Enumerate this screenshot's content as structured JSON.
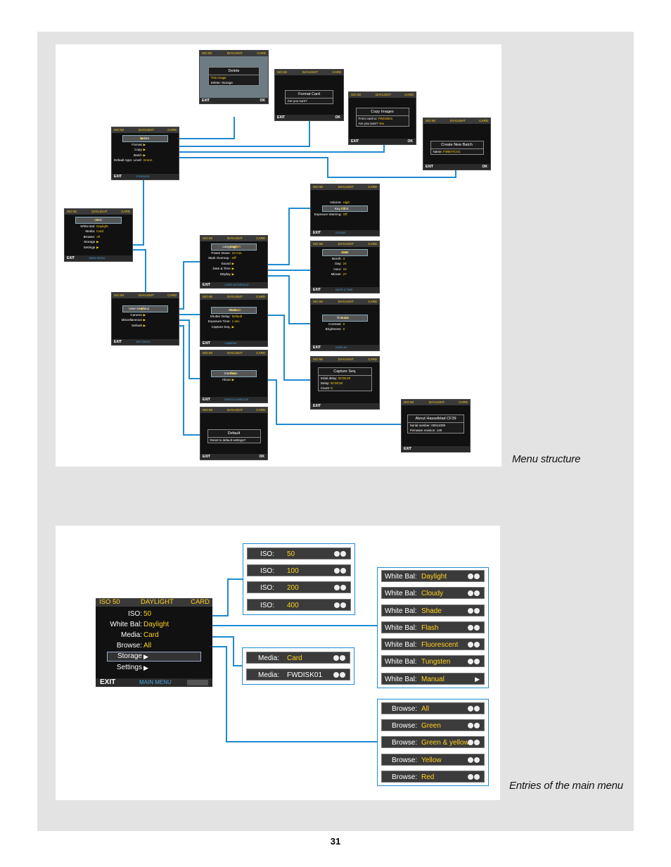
{
  "captions": {
    "menu_structure": "Menu structure",
    "entries": "Entries of the main menu"
  },
  "page_number": "31",
  "icons": {
    "plus_minus": "plus-minus-icon",
    "arrow": "right-arrow-icon"
  },
  "colors": {
    "connector": "#1f8ad0",
    "value": "#ffd21f",
    "accent": "#4aa3e0"
  },
  "screens": {
    "delete": {
      "iso": "ISO 50",
      "light": "DAYLIGHT",
      "card": "CARD",
      "title": "Delete",
      "l1": "This image",
      "l2": "Delete: Storage",
      "exit": "EXIT",
      "ok": "OK"
    },
    "format": {
      "iso": "ISO 50",
      "light": "DAYLIGHT",
      "card": "CARD",
      "title": "Format Card",
      "l1": "Are you sure?",
      "exit": "EXIT",
      "ok": "OK"
    },
    "copy": {
      "iso": "ISO 50",
      "light": "DAYLIGHT",
      "card": "CARD",
      "title": "Copy Images",
      "l1k": "From card to:",
      "l1v": "FWDisk01",
      "l2k": "Are you sure?",
      "l2v": "Yes",
      "exit": "EXIT",
      "ok": "OK"
    },
    "batch": {
      "iso": "ISO 50",
      "light": "DAYLIGHT",
      "card": "CARD",
      "title": "Create New Batch",
      "l1k": "Name:",
      "l1v": "FWBATCH1",
      "exit": "EXIT",
      "ok": "OK"
    },
    "storage": {
      "iso": "ISO 50",
      "light": "DAYLIGHT",
      "card": "CARD",
      "rows": [
        {
          "k": "Delete",
          "v": "▶"
        },
        {
          "k": "Format",
          "v": "▶"
        },
        {
          "k": "Copy",
          "v": "▶"
        },
        {
          "k": "Batch",
          "v": "▶"
        },
        {
          "k": "Default Appr. Level:",
          "v": "Green"
        }
      ],
      "exit": "EXIT",
      "menu": "STORAGE"
    },
    "main_small": {
      "iso": "ISO 50",
      "light": "DAYLIGHT",
      "card": "CARD",
      "rows": [
        {
          "k": "ISO:",
          "v": "50"
        },
        {
          "k": "White Bal:",
          "v": "Daylight"
        },
        {
          "k": "Media:",
          "v": "Card"
        },
        {
          "k": "Browse:",
          "v": "All"
        },
        {
          "k": "Storage",
          "v": "▶"
        },
        {
          "k": "Settings",
          "v": "▶"
        }
      ],
      "exit": "EXIT",
      "menu": "MAIN MENU"
    },
    "sound": {
      "iso": "ISO 50",
      "light": "DAYLIGHT",
      "card": "CARD",
      "rows": [
        {
          "k": "Volume:",
          "v": "High"
        },
        {
          "k": "Key Click:",
          "v": "Off"
        },
        {
          "k": "Exposure Warning:",
          "v": "Off"
        }
      ],
      "exit": "EXIT",
      "menu": "SOUND"
    },
    "user_interface": {
      "iso": "ISO 50",
      "light": "DAYLIGHT",
      "card": "CARD",
      "rows": [
        {
          "k": "Language:",
          "v": "English"
        },
        {
          "k": "Power Down:",
          "v": "10 min."
        },
        {
          "k": "Mark Overexp.:",
          "v": "Off"
        },
        {
          "k": "Sound",
          "v": "▶"
        },
        {
          "k": "Date & Time",
          "v": "▶"
        },
        {
          "k": "Display",
          "v": "▶"
        }
      ],
      "exit": "EXIT",
      "menu": "USER INTERFACE"
    },
    "date_time": {
      "iso": "ISO 50",
      "light": "DAYLIGHT",
      "card": "CARD",
      "rows": [
        {
          "k": "Year:",
          "v": "2005"
        },
        {
          "k": "Month:",
          "v": "3"
        },
        {
          "k": "Day:",
          "v": "24"
        },
        {
          "k": "Hour:",
          "v": "10"
        },
        {
          "k": "Minute:",
          "v": "27"
        }
      ],
      "exit": "EXIT",
      "menu": "DATE & TIME"
    },
    "settings": {
      "iso": "ISO 50",
      "light": "DAYLIGHT",
      "card": "CARD",
      "rows": [
        {
          "k": "User Interface",
          "v": "▶"
        },
        {
          "k": "Camera",
          "v": "▶"
        },
        {
          "k": "Miscellaneous",
          "v": "▶"
        },
        {
          "k": "Default",
          "v": "▶"
        }
      ],
      "exit": "EXIT",
      "menu": "SETTINGS"
    },
    "camera": {
      "iso": "ISO 50",
      "light": "DAYLIGHT",
      "card": "CARD",
      "rows": [
        {
          "k": "Mode:",
          "v": "Prelude"
        },
        {
          "k": "Shutter Delay:",
          "v": "Default"
        },
        {
          "k": "Exposure Time:",
          "v": "1 sec."
        },
        {
          "k": "Capture Seq.",
          "v": "▶"
        }
      ],
      "exit": "EXIT",
      "menu": "CAMERA"
    },
    "display": {
      "iso": "ISO 50",
      "light": "DAYLIGHT",
      "card": "CARD",
      "rows": [
        {
          "k": "Timeout:",
          "v": "2 sec."
        },
        {
          "k": "Contrast:",
          "v": "5"
        },
        {
          "k": "Brightness:",
          "v": "5"
        }
      ],
      "exit": "EXIT",
      "menu": "DISPLAY"
    },
    "misc": {
      "iso": "ISO 50",
      "light": "DAYLIGHT",
      "card": "CARD",
      "rows": [
        {
          "k": "Interface:",
          "v": "Disk"
        },
        {
          "k": "About",
          "v": "▶"
        }
      ],
      "exit": "EXIT",
      "menu": "MISCELLANEOUS"
    },
    "capture": {
      "iso": "ISO 50",
      "light": "DAYLIGHT",
      "card": "CARD",
      "title": "Capture Seq.",
      "l1k": "Initial delay:",
      "l1v": "00:05:20",
      "l2k": "Delay:",
      "l2v": "00:00:50",
      "l3k": "Count:",
      "l3v": "9",
      "exit": "EXIT"
    },
    "default": {
      "iso": "ISO 50",
      "light": "DAYLIGHT",
      "card": "CARD",
      "title": "Default",
      "l1": "Reset to default settings?",
      "exit": "EXIT",
      "ok": "OK"
    },
    "about": {
      "iso": "ISO 50",
      "light": "DAYLIGHT",
      "card": "CARD",
      "title": "About Hasselblad CF39",
      "l1": "Serial number: 00011009",
      "l2": "Firmware revision: 149",
      "exit": "EXIT"
    }
  },
  "main_menu": {
    "iso": "ISO 50",
    "light": "DAYLIGHT",
    "card": "CARD",
    "rows": [
      {
        "k": "ISO:",
        "v": "50"
      },
      {
        "k": "White Bal:",
        "v": "Daylight"
      },
      {
        "k": "Media:",
        "v": "Card"
      },
      {
        "k": "Browse:",
        "v": "All"
      },
      {
        "k": "Storage",
        "v": "▶"
      },
      {
        "k": "Settings",
        "v": "▶"
      }
    ],
    "exit": "EXIT",
    "menu": "MAIN MENU"
  },
  "iso_options": [
    {
      "k": "ISO:",
      "v": "50"
    },
    {
      "k": "ISO:",
      "v": "100"
    },
    {
      "k": "ISO:",
      "v": "200"
    },
    {
      "k": "ISO:",
      "v": "400"
    }
  ],
  "wb_options": [
    {
      "k": "White Bal:",
      "v": "Daylight"
    },
    {
      "k": "White Bal:",
      "v": "Cloudy"
    },
    {
      "k": "White Bal:",
      "v": "Shade"
    },
    {
      "k": "White Bal:",
      "v": "Flash"
    },
    {
      "k": "White Bal:",
      "v": "Fluorescent"
    },
    {
      "k": "White Bal:",
      "v": "Tungsten"
    },
    {
      "k": "White Bal:",
      "v": "Manual"
    }
  ],
  "media_options": [
    {
      "k": "Media:",
      "v": "Card"
    },
    {
      "k": "Media:",
      "v": "FWDISK01"
    }
  ],
  "browse_options": [
    {
      "k": "Browse:",
      "v": "All"
    },
    {
      "k": "Browse:",
      "v": "Green"
    },
    {
      "k": "Browse:",
      "v": "Green & yellow"
    },
    {
      "k": "Browse:",
      "v": "Yellow"
    },
    {
      "k": "Browse:",
      "v": "Red"
    }
  ]
}
